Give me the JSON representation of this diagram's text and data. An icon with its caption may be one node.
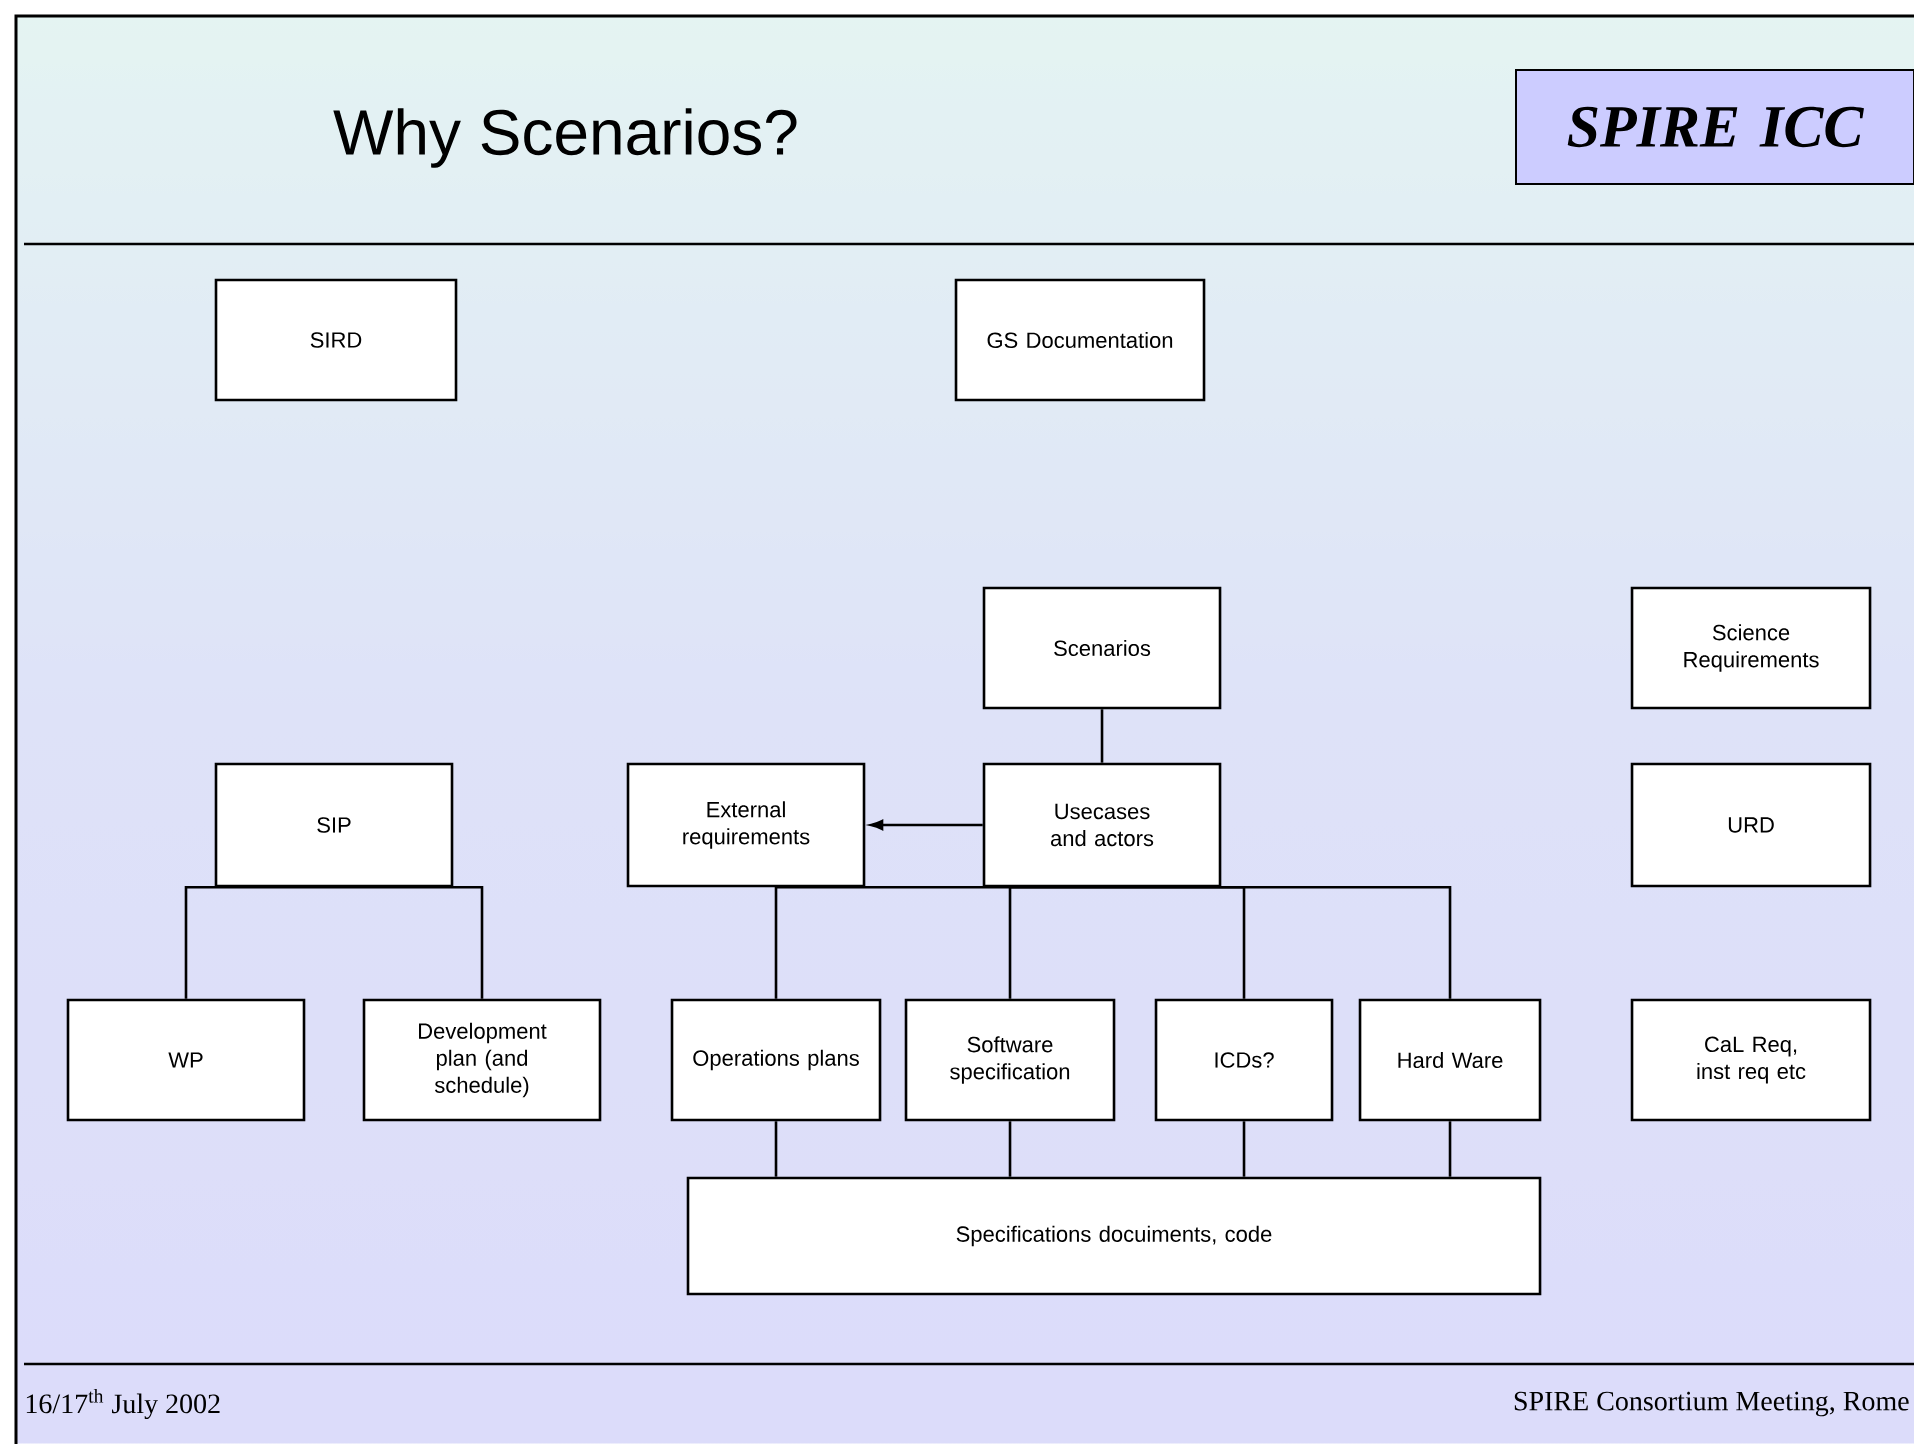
{
  "diagram": {
    "title": "Why Scenarios?",
    "nodes": [
      {
        "text": [
          "SPIRE ICC"
        ]
      },
      {
        "text": [
          "SIRD"
        ]
      },
      {
        "text": [
          "GS Documentation"
        ]
      },
      {
        "text": [
          "Scenarios"
        ]
      },
      {
        "text": [
          "Science Requirements"
        ]
      },
      {
        "text": [
          "SIP"
        ]
      },
      {
        "text": [
          "External requirements"
        ]
      },
      {
        "text": [
          "Usecases and actors"
        ]
      },
      {
        "text": [
          "URD"
        ]
      },
      {
        "text": [
          "WP"
        ]
      },
      {
        "text": [
          "Development plan (and schedule)"
        ]
      },
      {
        "text": [
          "Operations plans"
        ]
      },
      {
        "text": [
          "Software specification"
        ]
      },
      {
        "text": [
          "ICDs?"
        ]
      },
      {
        "text": [
          "Hard Ware"
        ]
      },
      {
        "text": [
          "CaL Req, inst req etc"
        ]
      },
      {
        "text": [
          "Specifications docuiments, code"
        ]
      }
    ],
    "edges": [
      {
        "from": 3,
        "to": 7,
        "arrow": "none"
      },
      {
        "from": 7,
        "to": 6,
        "arrow": "to"
      },
      {
        "from": 5,
        "to": 9,
        "arrow": "none"
      },
      {
        "from": 5,
        "to": 10,
        "arrow": "none"
      },
      {
        "from": 7,
        "to": 11,
        "arrow": "none"
      },
      {
        "from": 7,
        "to": 12,
        "arrow": "none"
      },
      {
        "from": 7,
        "to": 13,
        "arrow": "none"
      },
      {
        "from": 7,
        "to": 14,
        "arrow": "none"
      },
      {
        "from": 11,
        "to": 16,
        "arrow": "none"
      },
      {
        "from": 12,
        "to": 16,
        "arrow": "none"
      },
      {
        "from": 13,
        "to": 16,
        "arrow": "none"
      },
      {
        "from": 14,
        "to": 16,
        "arrow": "none"
      }
    ],
    "labels": [
      "16/17$^{th}$ July 2002",
      "SPIRE Consortium Meeting, Rome"
    ]
  }
}
